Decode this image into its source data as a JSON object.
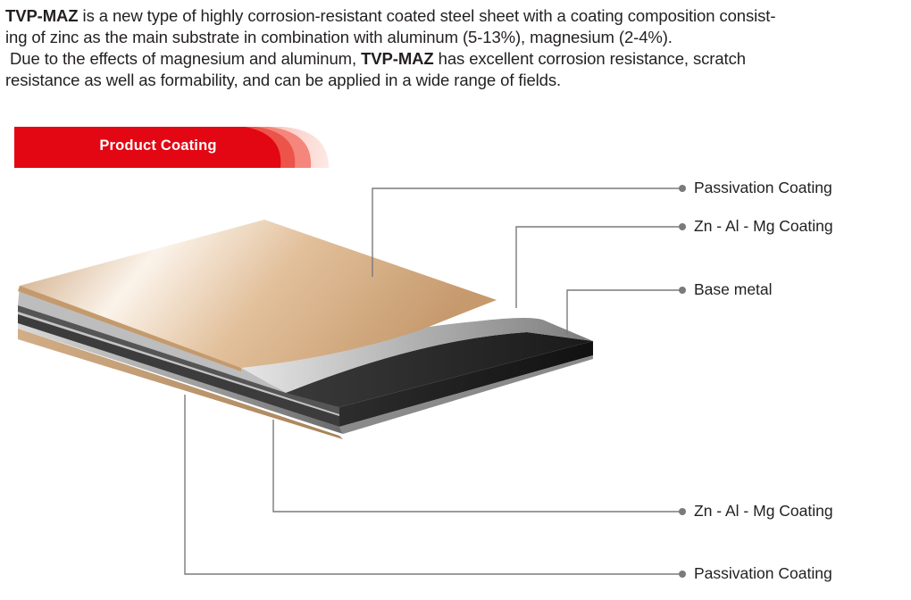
{
  "intro": {
    "p1_brand": "TVP-MAZ",
    "p1_line1": " is a new type of highly corrosion-resistant coated steel sheet with a coating composition consist-",
    "p1_line2": "ing of zinc as the main substrate in combination with aluminum (5-13%), magnesium (2-4%).",
    "p2_pre": " Due to the effects of magnesium and aluminum, ",
    "p2_brand": "TVP-MAZ",
    "p2_post": " has excellent corrosion resistance, scratch",
    "p2_line2": "resistance as well as formability, and can be applied in a wide range of fields."
  },
  "banner": {
    "label": "Product Coating",
    "color": "#e30613"
  },
  "callouts": [
    {
      "label": "Passivation Coating"
    },
    {
      "label": "Zn - Al - Mg Coating"
    },
    {
      "label": "Base metal"
    },
    {
      "label": "Zn - Al - Mg Coating"
    },
    {
      "label": "Passivation Coating"
    }
  ],
  "layers": {
    "passivation_color": "#d6b48e",
    "znalmg_color": "#b3b3b3",
    "base_color": "#2b2b2b"
  }
}
